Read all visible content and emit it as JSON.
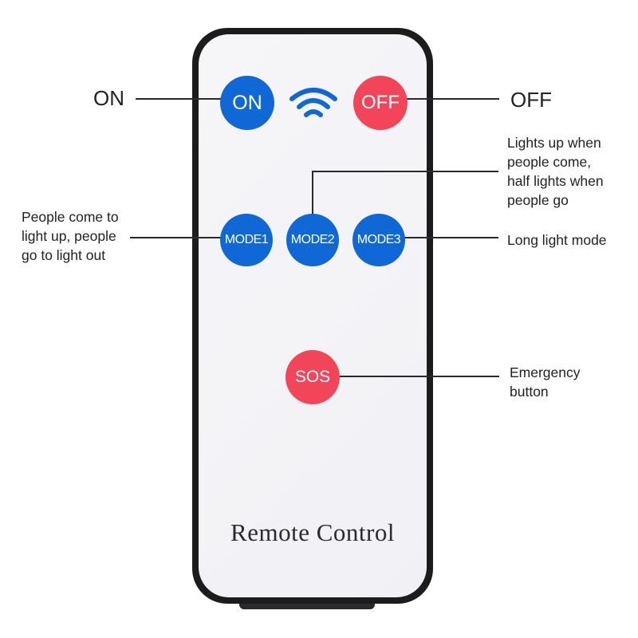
{
  "buttons": {
    "on": "ON",
    "off": "OFF",
    "mode1": "MODE1",
    "mode2": "MODE2",
    "mode3": "MODE3",
    "sos": "SOS"
  },
  "remote_label": "Remote Control",
  "callouts": {
    "on": "ON",
    "off": "OFF",
    "mode2": [
      "Lights up when",
      "people come,",
      "half lights when",
      "people go"
    ],
    "mode1": [
      "People come to",
      "light up, people",
      "go to light out"
    ],
    "mode3": "Long light mode",
    "sos": [
      "Emergency",
      "button"
    ]
  },
  "icons": {
    "wireless": "wifi-signal-icon"
  },
  "colors": {
    "button_blue": "#1068d6",
    "button_red": "#f2455a",
    "remote_body": "#f3f3f7",
    "remote_border": "#1c1c1c"
  }
}
